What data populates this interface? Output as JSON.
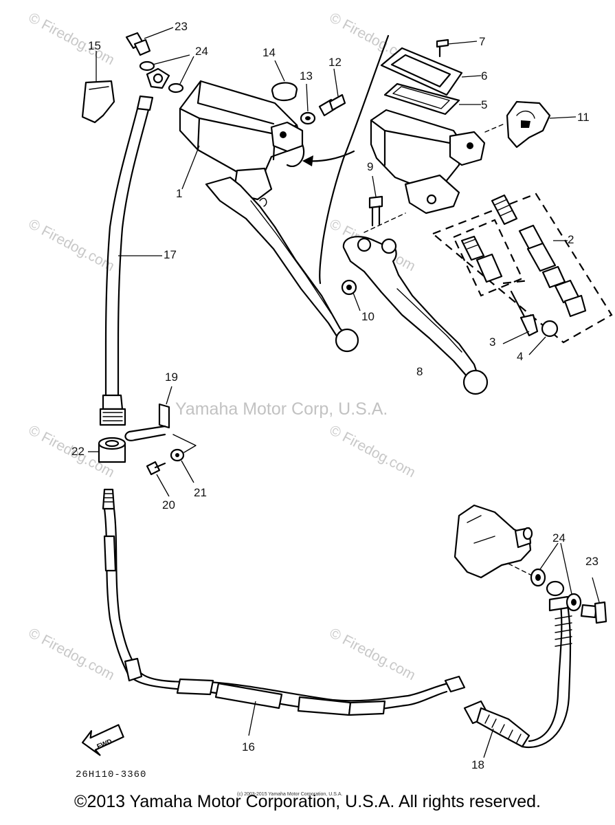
{
  "watermarks": {
    "site": "© Firedog.com",
    "company": "Yamaha Motor Corp, U.S.A."
  },
  "callouts": {
    "p1": "1",
    "p2": "2",
    "p3": "3",
    "p4": "4",
    "p5": "5",
    "p6": "6",
    "p7": "7",
    "p8": "8",
    "p9": "9",
    "p10": "10",
    "p11": "11",
    "p12": "12",
    "p13": "13",
    "p14": "14",
    "p15": "15",
    "p16": "16",
    "p17": "17",
    "p18": "18",
    "p19": "19",
    "p20": "20",
    "p21": "21",
    "p22": "22",
    "p23": "23",
    "p24": "24"
  },
  "fwd_label": "FWD",
  "diagram_code": "26H110-3360",
  "small_copyright": "(c) 2003-2015 Yamaha Motor Corporation, U.S.A.",
  "footer_copyright": "©2013 Yamaha Motor Corporation, U.S.A. All rights reserved."
}
